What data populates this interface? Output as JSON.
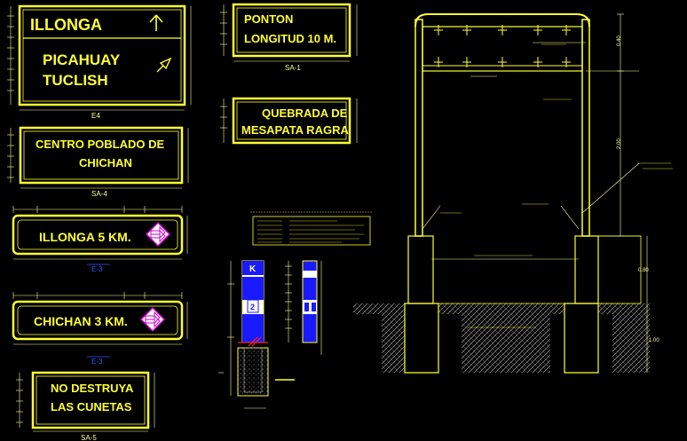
{
  "colors": {
    "background": "#000000",
    "line": "#ffff33",
    "dim": "#ffff99",
    "blue": "#1a1aff",
    "white": "#ffffff",
    "magenta": "#cc00cc",
    "red": "#ff2020"
  },
  "signs": {
    "e4": {
      "line1": "ILLONGA",
      "line2": "PICAHUAY",
      "line3": "TUCLISH",
      "caption": "E4",
      "icons": [
        "arrow-up-icon",
        "arrow-up-right-icon"
      ]
    },
    "sa1": {
      "line1": "PONTON",
      "line2": "LONGITUD 10 M.",
      "caption": "SA-1"
    },
    "sa_quebrada": {
      "line1": "QUEBRADA DE",
      "line2": "MESAPATA RAGRA"
    },
    "sa4": {
      "line1": "CENTRO POBLADO DE",
      "line2": "CHICHAN",
      "caption": "SA-4"
    },
    "e3_illonga": {
      "text": "ILLONGA 5 KM.",
      "caption": "E-3",
      "icon": "double-arrow-right-icon"
    },
    "e3_chichan": {
      "text": "CHICHAN 3 KM.",
      "caption": "E-3",
      "icon": "double-arrow-right-icon"
    },
    "sa5": {
      "line1": "NO DESTRUYA",
      "line2": "LAS CUNETAS",
      "caption": "SA-5"
    }
  },
  "post": {
    "marker_letter": "K",
    "marker_number": "2"
  },
  "elevation": {
    "dims": [
      "0.40",
      "2.00",
      "0.80",
      "1.00"
    ]
  }
}
